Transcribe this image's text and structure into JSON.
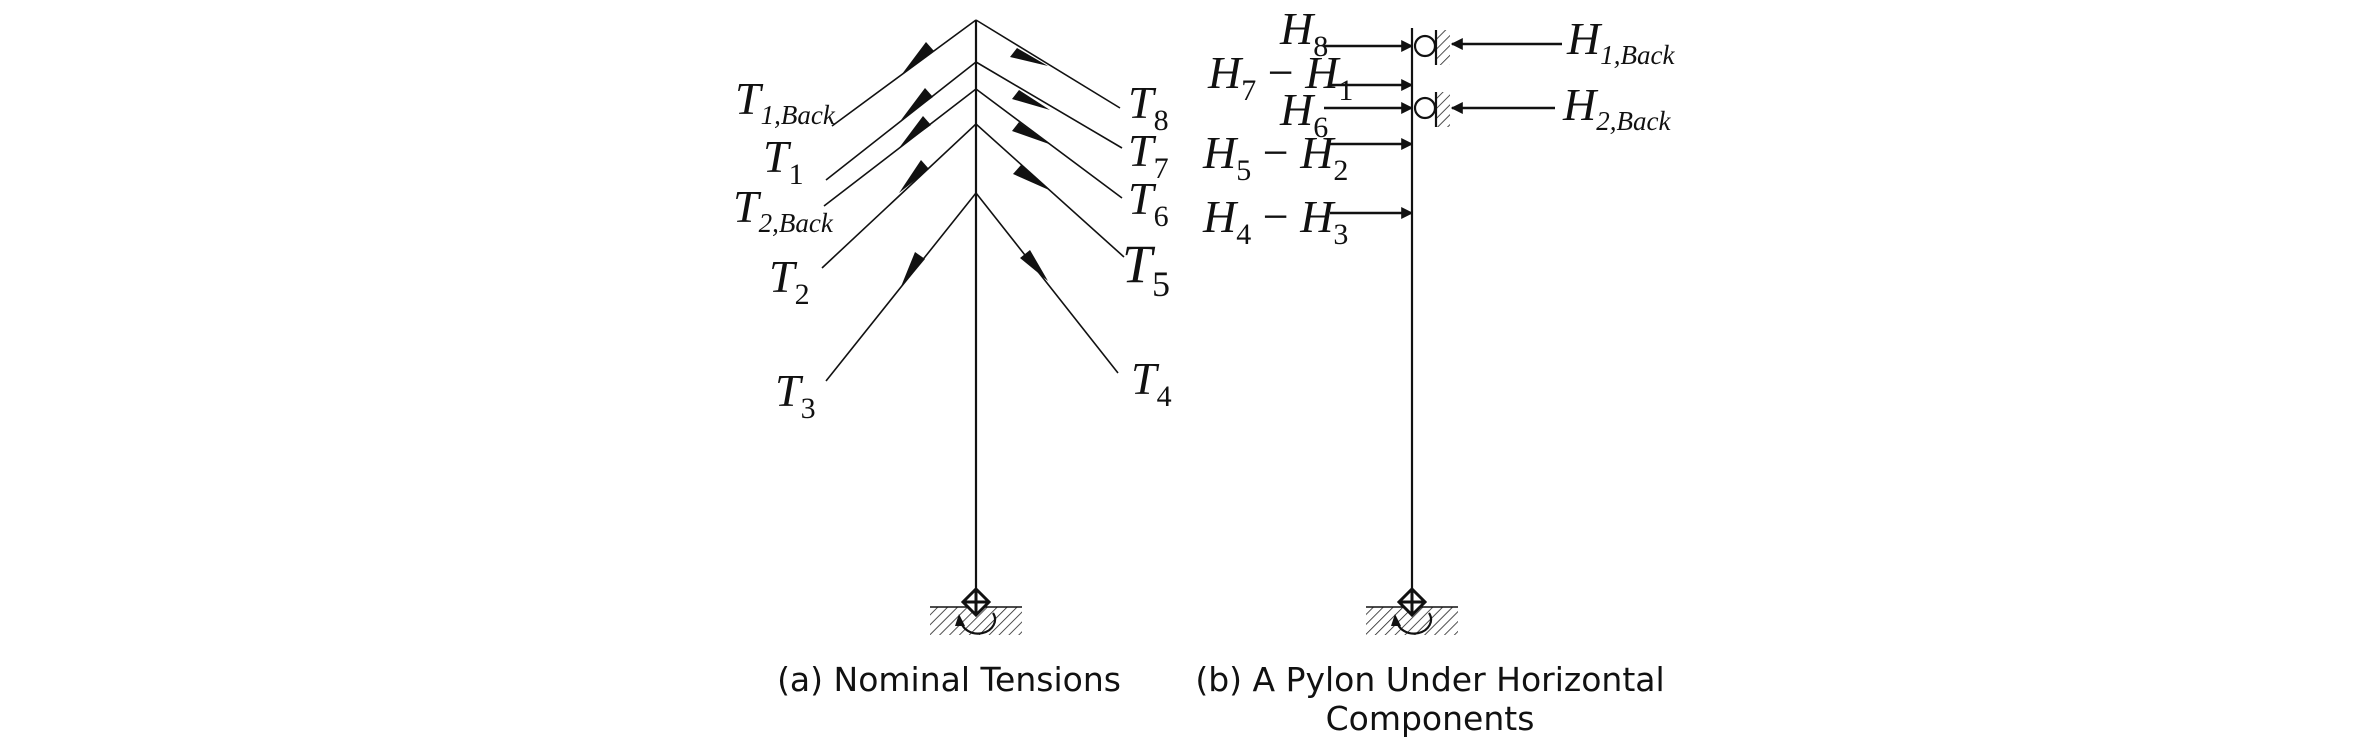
{
  "panel_a": {
    "caption": "(a) Nominal Tensions",
    "labels": {
      "t1_back": {
        "sym": "T",
        "sub": "1,Back"
      },
      "t1": {
        "sym": "T",
        "sub": "1"
      },
      "t2_back": {
        "sym": "T",
        "sub": "2,Back"
      },
      "t2": {
        "sym": "T",
        "sub": "2"
      },
      "t3": {
        "sym": "T",
        "sub": "3"
      },
      "t8": {
        "sym": "T",
        "sub": "8"
      },
      "t7": {
        "sym": "T",
        "sub": "7"
      },
      "t6": {
        "sym": "T",
        "sub": "6"
      },
      "t5": {
        "sym": "T",
        "sub": "5"
      },
      "t4": {
        "sym": "T",
        "sub": "4"
      }
    }
  },
  "panel_b": {
    "caption_line1": "(b) A Pylon Under Horizontal",
    "caption_line2": "Components",
    "labels": {
      "h8": {
        "sym": "H",
        "sub": "8"
      },
      "h7_h1": {
        "sym": "H",
        "sub": "7",
        "op": " − ",
        "sym2": "H",
        "sub2": "1"
      },
      "h6": {
        "sym": "H",
        "sub": "6"
      },
      "h5_h2": {
        "sym": "H",
        "sub": "5",
        "op": " − ",
        "sym2": "H",
        "sub2": "2"
      },
      "h4_h3": {
        "sym": "H",
        "sub": "4",
        "op": " − ",
        "sym2": "H",
        "sub2": "3"
      },
      "h1_back": {
        "sym": "H",
        "sub": "1,Back"
      },
      "h2_back": {
        "sym": "H",
        "sub": "2,Back"
      }
    }
  }
}
